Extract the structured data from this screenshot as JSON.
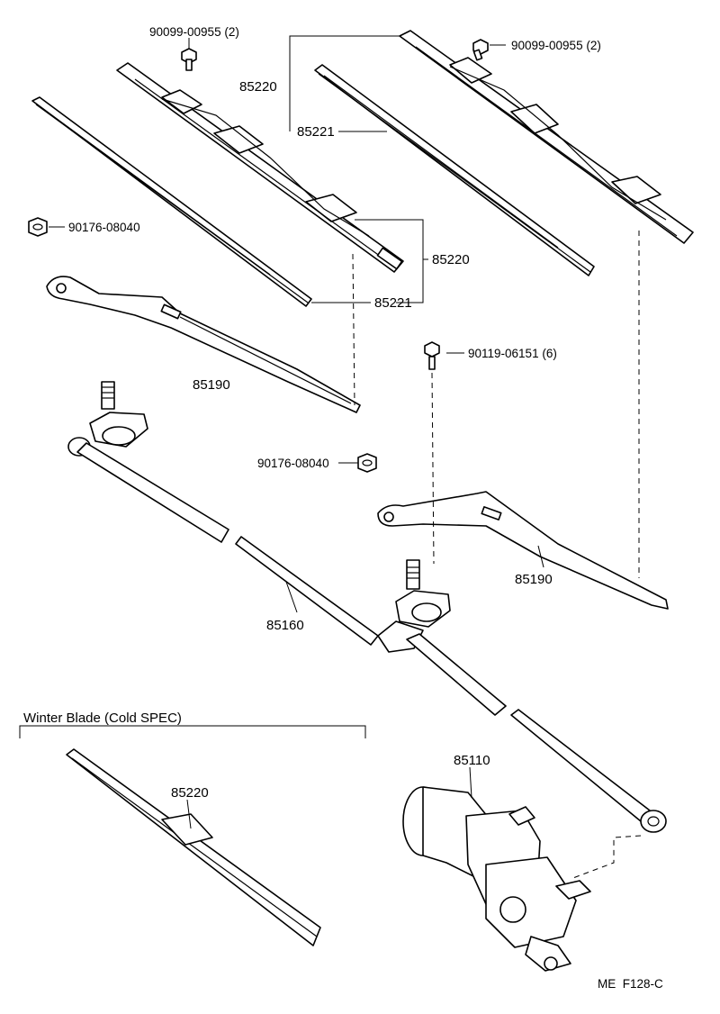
{
  "labels": {
    "bolt_top_left": "90099-00955 (2)",
    "bolt_top_right": "90099-00955 (2)",
    "blade_right": "85220",
    "refill_right": "85221",
    "blade_left": "85220",
    "refill_left": "85221",
    "nut_left": "90176-08040",
    "nut_mid": "90176-08040",
    "arm_left": "85190",
    "arm_right": "85190",
    "pivot_bolt": "90119-06151 (6)",
    "link": "85160",
    "motor": "85110",
    "winter_blade": "85220",
    "winter_heading": "Winter Blade (Cold SPEC)",
    "figure_code": "ME  F128-C"
  },
  "icons": {
    "bolt": "bolt-icon",
    "nut": "nut-icon",
    "motor": "wiper-motor-icon"
  }
}
